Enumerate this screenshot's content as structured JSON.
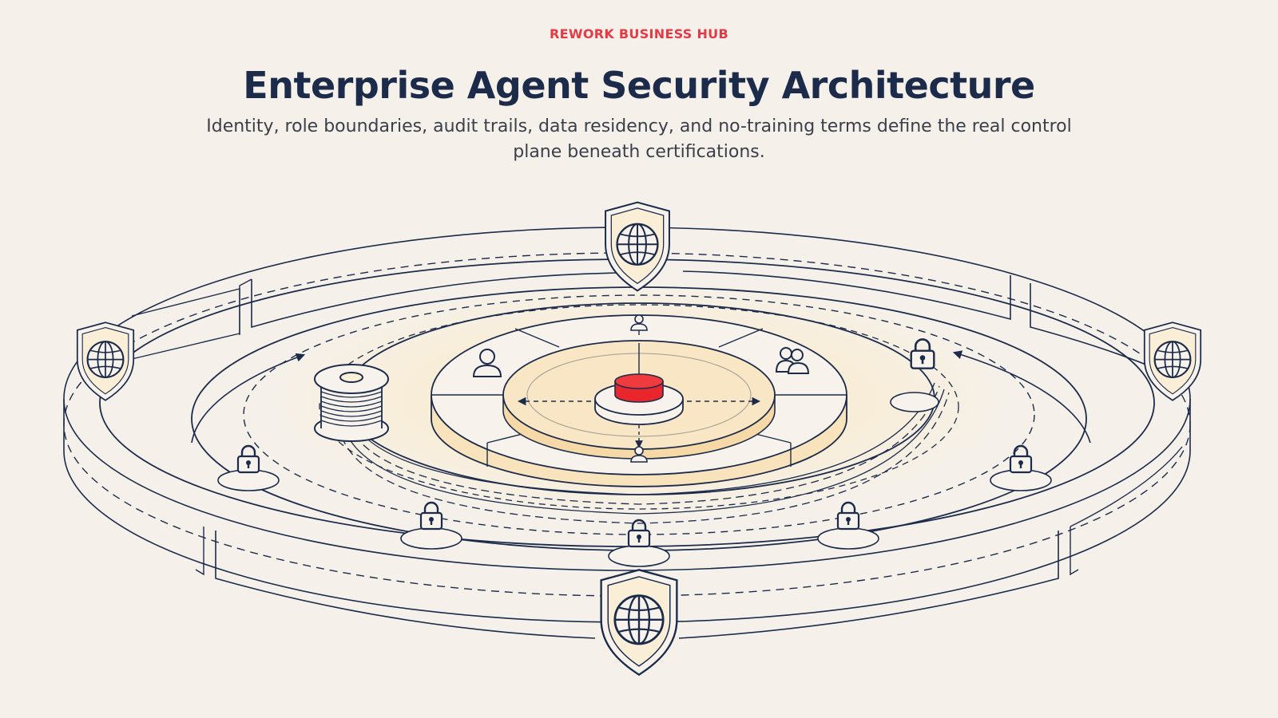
{
  "header": {
    "kicker": "REWORK BUSINESS HUB",
    "title": "Enterprise Agent Security Architecture",
    "subtitle": "Identity, role boundaries, audit trails, data residency, and no-training terms define the real control plane beneath certifications."
  },
  "colors": {
    "background": "#f5f1ea",
    "navy": "#1c2b4a",
    "accent_red": "#e63946",
    "core_red": "#e8262c",
    "warm_fill": "#fbe7c2",
    "text_gray": "#3a3f4a"
  },
  "diagram": {
    "icons": {
      "shield": "shield-globe-icon",
      "lock": "padlock-icon",
      "user": "user-icon",
      "users": "user-group-icon",
      "spool": "audit-log-spool-icon",
      "core": "core-data-store-icon"
    }
  }
}
